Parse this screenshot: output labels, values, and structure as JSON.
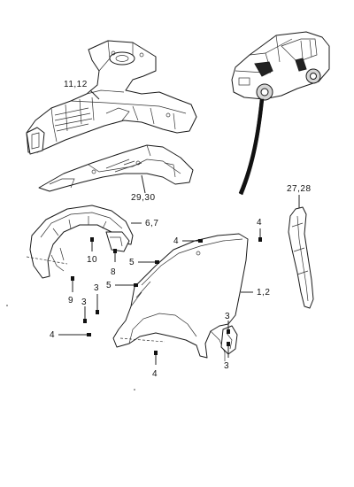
{
  "diagram": {
    "callouts": {
      "apron_assembly": "11,12",
      "wheelhouse_panel": "29,30",
      "side_panel": "27,28",
      "inner_liner": "6,7",
      "fender": "1,2",
      "bolt_4_top": "4",
      "bolt_4_left": "4",
      "bolt_4_right": "4",
      "bolt_4_bottom": "4",
      "clip_5_upper": "5",
      "clip_5_lower": "5",
      "screw_3_left_a": "3",
      "screw_3_left_b": "3",
      "screw_3_right_a": "3",
      "screw_3_right_b": "3",
      "clip_10": "10",
      "clip_8": "8",
      "clip_9": "9"
    }
  }
}
